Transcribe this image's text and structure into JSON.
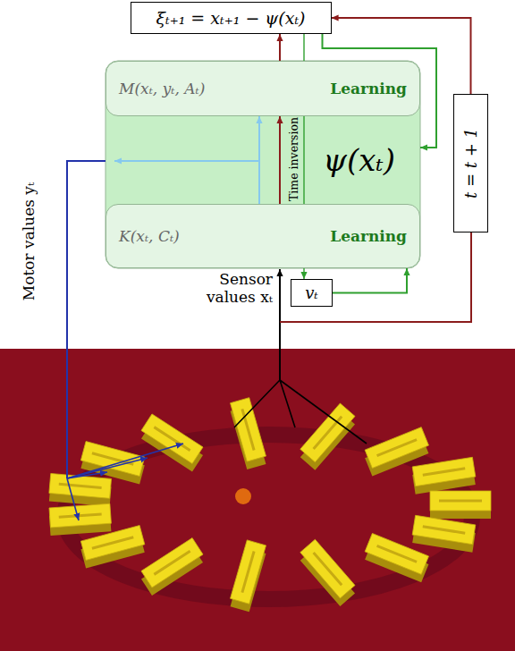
{
  "diagram": {
    "nodes": [
      {
        "text": [
          "ξₜ₊₁ = xₜ₊₁ − ψ(xₜ)"
        ]
      },
      {
        "text": [
          "M(xₜ, yₜ, Aₜ)",
          "Learning"
        ]
      },
      {
        "text": [
          "ψ(xₜ)"
        ]
      },
      {
        "text": [
          "K(xₜ, Cₜ)",
          "Learning"
        ]
      },
      {
        "text": [
          "vₜ"
        ]
      },
      {
        "text": [
          "t = t + 1"
        ]
      }
    ],
    "edges": [
      {
        "from": 1,
        "to": 0,
        "arrow": "to"
      },
      {
        "from": 0,
        "to": 2,
        "arrow": "to"
      },
      {
        "from": 0,
        "to": 4,
        "arrow": "to"
      },
      {
        "from": 4,
        "to": 3,
        "arrow": "to"
      },
      {
        "from": 3,
        "to": 1,
        "arrow": "to"
      },
      {
        "from": 3,
        "to": 1,
        "arrow": "to"
      },
      {
        "from": 5,
        "to": 0,
        "arrow": "to"
      }
    ],
    "labels": [
      "Time inversion",
      "Sensor values xₜ",
      "Motor values yₜ"
    ]
  }
}
